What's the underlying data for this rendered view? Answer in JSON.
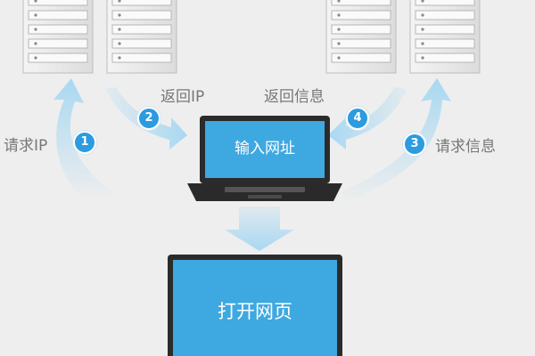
{
  "steps": [
    {
      "number": "1",
      "label": "请求IP"
    },
    {
      "number": "2",
      "label": "返回IP"
    },
    {
      "number": "3",
      "label": "请求信息"
    },
    {
      "number": "4",
      "label": "返回信息"
    }
  ],
  "laptop": {
    "screen_text": "输入网址"
  },
  "monitor": {
    "screen_text": "打开网页"
  },
  "colors": {
    "accent": "#2c9be0",
    "screen": "#3ea8e0",
    "arrow": "#a8d8f2",
    "frame": "#333333"
  }
}
